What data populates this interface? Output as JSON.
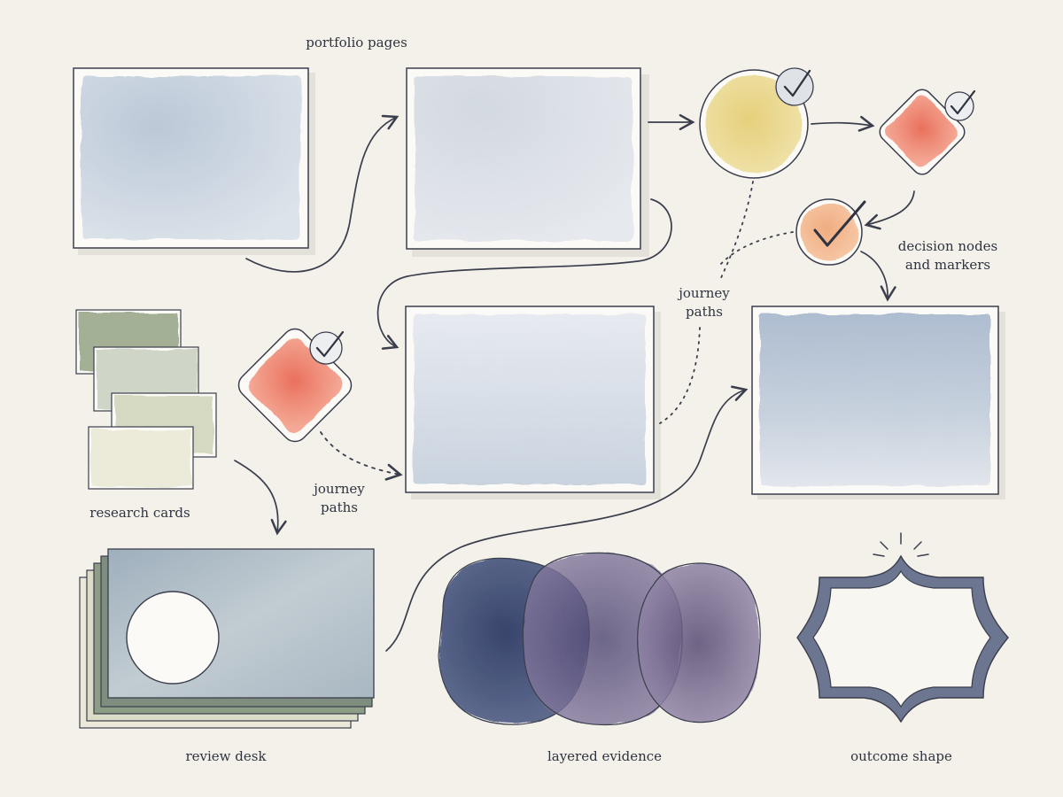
{
  "labels": {
    "portfolio_pages": "portfolio pages",
    "decision_nodes_line1": "decision nodes",
    "decision_nodes_line2": "and markers",
    "journey_paths_top_line1": "journey",
    "journey_paths_top_line2": "paths",
    "journey_paths_left_line1": "journey",
    "journey_paths_left_line2": "paths",
    "research_cards": "research cards",
    "review_desk": "review desk",
    "layered_evidence": "layered evidence",
    "outcome_shape": "outcome shape"
  },
  "colors": {
    "background": "#f3f1ea",
    "ink": "#3a3e4c",
    "wash_blue": "#c9d4df",
    "wash_yellow": "#e8d28a",
    "wash_coral": "#ef8f7a",
    "wash_peach": "#f2b890",
    "wash_sage": "#9aa98c",
    "wash_navy": "#3d4a72",
    "wash_purple": "#6a5a85"
  },
  "icons": [
    "check-icon",
    "sparkle-icon"
  ]
}
